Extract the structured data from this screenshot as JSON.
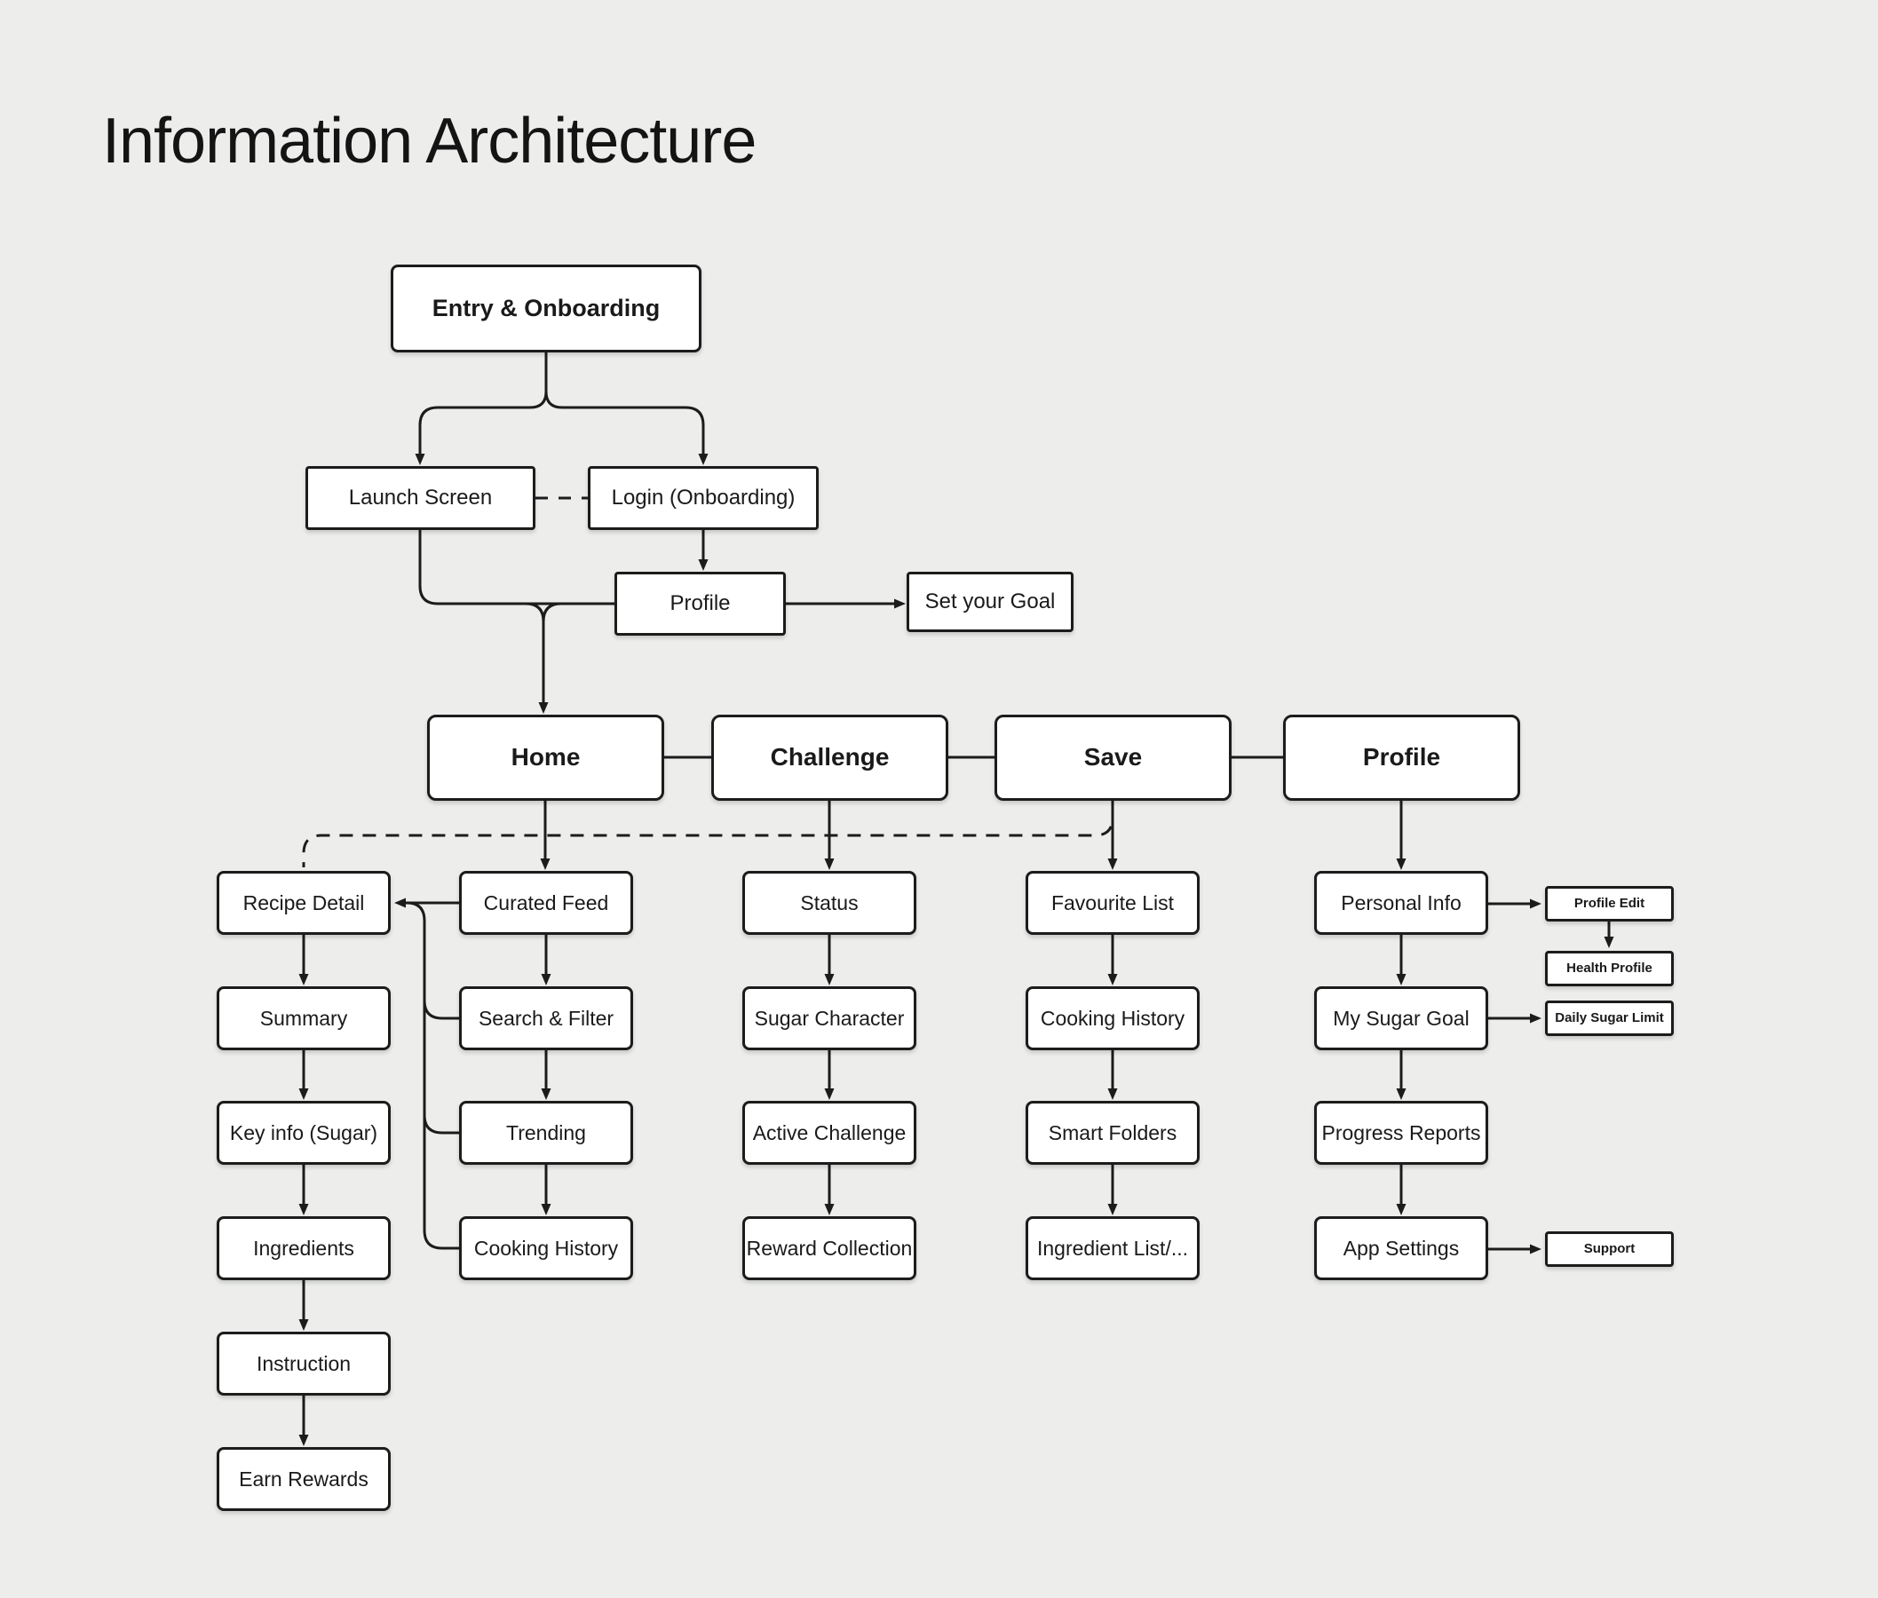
{
  "page": {
    "title": "Information Architecture"
  },
  "colors": {
    "background": "#edeeec",
    "node_fill": "#ffffff",
    "stroke": "#1c1c1c"
  },
  "onboarding_flow": {
    "entry": "Entry & Onboarding",
    "launch": "Launch Screen",
    "login": "Login (Onboarding)",
    "profile": "Profile",
    "set_goal": "Set your Goal"
  },
  "nav_tabs": {
    "home": "Home",
    "challenge": "Challenge",
    "save": "Save",
    "profile": "Profile"
  },
  "columns": {
    "recipe_detail": [
      "Recipe Detail",
      "Summary",
      "Key info (Sugar)",
      "Ingredients",
      "Instruction",
      "Earn Rewards"
    ],
    "home": [
      "Curated Feed",
      "Search & Filter",
      "Trending",
      "Cooking History"
    ],
    "challenge": [
      "Status",
      "Sugar Character",
      "Active Challenge",
      "Reward Collection"
    ],
    "save": [
      "Favourite List",
      "Cooking History",
      "Smart Folders",
      "Ingredient List/..."
    ],
    "profile": [
      "Personal Info",
      "My Sugar Goal",
      "Progress Reports",
      "App Settings"
    ]
  },
  "profile_side_nodes": [
    "Profile Edit",
    "Health Profile",
    "Daily Sugar Limit",
    "Support"
  ],
  "edges": [
    "Entry & Onboarding -> Launch Screen",
    "Entry & Onboarding -> Login (Onboarding)",
    "Launch Screen -- Login (Onboarding) (dashed)",
    "Login (Onboarding) -> Profile",
    "Profile -> Set your Goal",
    "Launch Screen / Profile -> Home",
    "Home -- Challenge -- Save -- Profile (tab bar)",
    "Home -> Curated Feed -> Search & Filter -> Trending -> Cooking History",
    "Challenge -> Status -> Sugar Character -> Active Challenge -> Reward Collection",
    "Save -> Favourite List -> Cooking History -> Smart Folders -> Ingredient List/...",
    "Profile -> Personal Info -> My Sugar Goal -> Progress Reports -> App Settings",
    "Save -- Recipe Detail (dashed)",
    "Curated Feed -> Recipe Detail",
    "Search & Filter / Trending / Cooking History -> Recipe Detail (spine)",
    "Recipe Detail -> Summary -> Key info (Sugar) -> Ingredients -> Instruction -> Earn Rewards",
    "Personal Info -> Profile Edit",
    "Profile Edit -> Health Profile",
    "My Sugar Goal -> Daily Sugar Limit",
    "App Settings -> Support"
  ]
}
